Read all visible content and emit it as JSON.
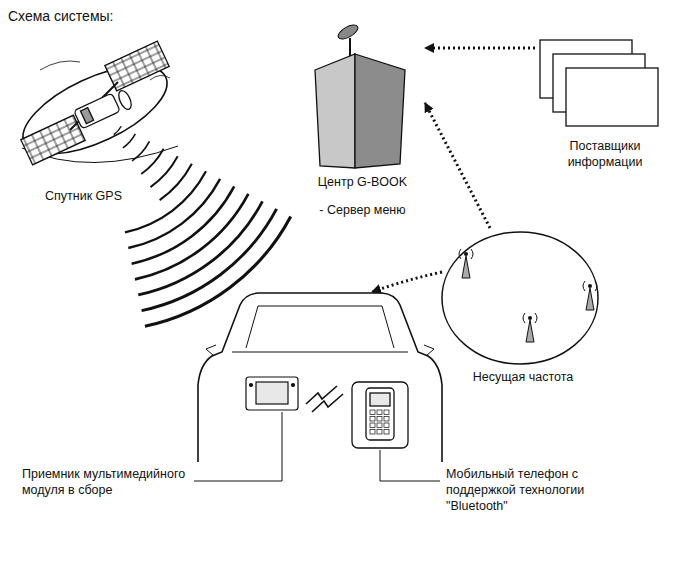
{
  "diagram": {
    "title": "Схема системы:",
    "nodes": [
      {
        "text": [
          "Центр G-BOOK",
          "- Сервер меню"
        ]
      },
      {
        "text": [
          "Поставщики информации"
        ]
      },
      {
        "text": [
          "Несущая частота"
        ]
      }
    ],
    "edges": [
      {
        "from": 1,
        "to": 0,
        "arrow": "to"
      },
      {
        "from": 2,
        "to": 0,
        "arrow": "to"
      }
    ],
    "labels": [
      "Спутник GPS",
      "Приемник мультимедийного модуля в сборе",
      "Мобильный телефон с поддержкой технологии \"Bluetooth\""
    ]
  }
}
